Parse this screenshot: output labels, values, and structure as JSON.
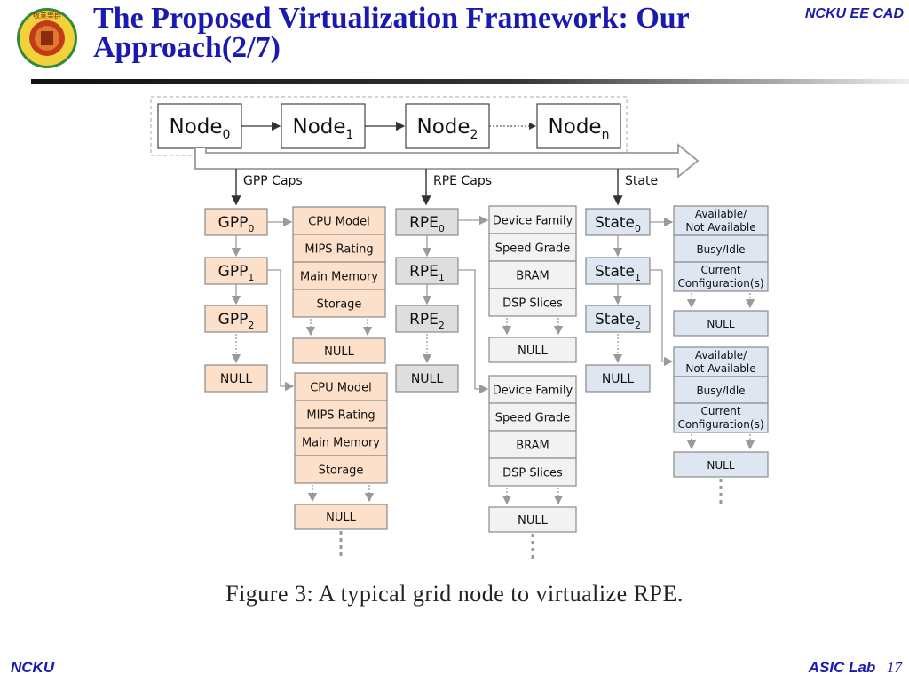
{
  "header": {
    "title": "The Proposed Virtualization Framework: Our Approach(2/7)",
    "top_right": "NCKU EE CAD"
  },
  "logo": {
    "icon": "ncku-seal-icon",
    "seal_text": "敬業樂群"
  },
  "diagram": {
    "nodes": [
      {
        "base": "Node",
        "sub": "0"
      },
      {
        "base": "Node",
        "sub": "1"
      },
      {
        "base": "Node",
        "sub": "2"
      },
      {
        "base": "Node",
        "sub": "n"
      }
    ],
    "branch_labels": {
      "gpp": "GPP Caps",
      "rpe": "RPE Caps",
      "state": "State"
    },
    "gpp_chain": [
      {
        "base": "GPP",
        "sub": "0"
      },
      {
        "base": "GPP",
        "sub": "1"
      },
      {
        "base": "GPP",
        "sub": "2"
      }
    ],
    "rpe_chain": [
      {
        "base": "RPE",
        "sub": "0"
      },
      {
        "base": "RPE",
        "sub": "1"
      },
      {
        "base": "RPE",
        "sub": "2"
      }
    ],
    "state_chain": [
      {
        "base": "State",
        "sub": "0"
      },
      {
        "base": "State",
        "sub": "1"
      },
      {
        "base": "State",
        "sub": "2"
      }
    ],
    "gpp_fields": [
      "CPU Model",
      "MIPS Rating",
      "Main Memory",
      "Storage"
    ],
    "rpe_fields": [
      "Device Family",
      "Speed Grade",
      "BRAM",
      "DSP Slices"
    ],
    "state_fields": [
      [
        "Available/",
        "Not Available"
      ],
      [
        "Busy/Idle"
      ],
      [
        "Current",
        "Configuration(s)"
      ]
    ],
    "null_label": "NULL",
    "colors": {
      "gpp": "#fde0c9",
      "rpe": "#dedede",
      "rpe_field": "#f2f2f2",
      "state": "#dde6f1",
      "border": "#8a8a8a",
      "arrow": "#333333"
    }
  },
  "caption": "Figure 3: A typical grid node to virtualize RPE.",
  "footer": {
    "left": "NCKU",
    "lab": "ASIC Lab",
    "page": "17"
  }
}
